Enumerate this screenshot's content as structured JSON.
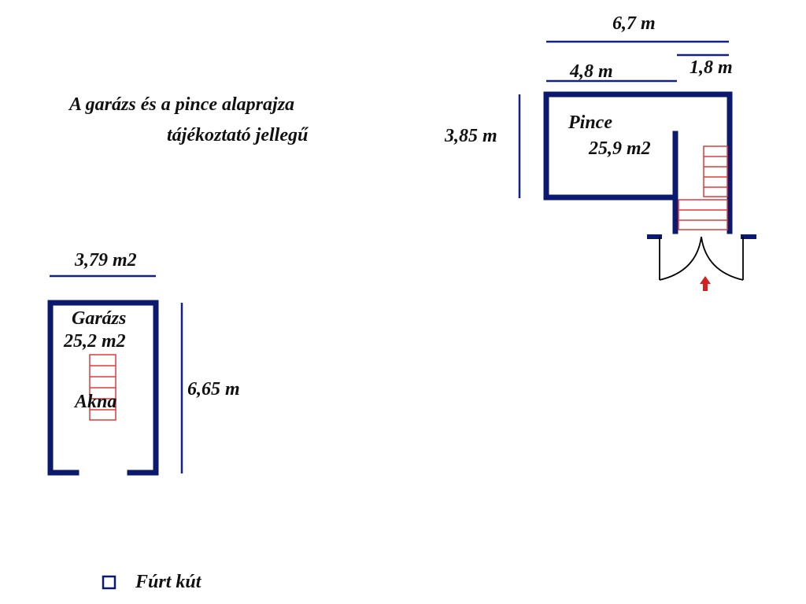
{
  "title": {
    "line1": "A garázs és a pince alaprajza",
    "line2": "tájékoztató jellegű"
  },
  "pince": {
    "name": "Pince",
    "area": "25,9 m2",
    "dim_total_width": "6,7 m",
    "dim_room_width": "4,8 m",
    "dim_stair_width": "1,8 m",
    "dim_height": "3,85 m"
  },
  "garazs": {
    "name": "Garázs",
    "area": "25,2 m2",
    "pit_label": "Akna",
    "dim_width": "3,79 m2",
    "dim_length": "6,65 m"
  },
  "legend": {
    "well_label": "Fúrt kút"
  },
  "colors": {
    "wall": "#0b1a6e",
    "dimension_line": "#14208a",
    "stairs": "#e03a3a",
    "entry_arrow": "#d42020"
  }
}
